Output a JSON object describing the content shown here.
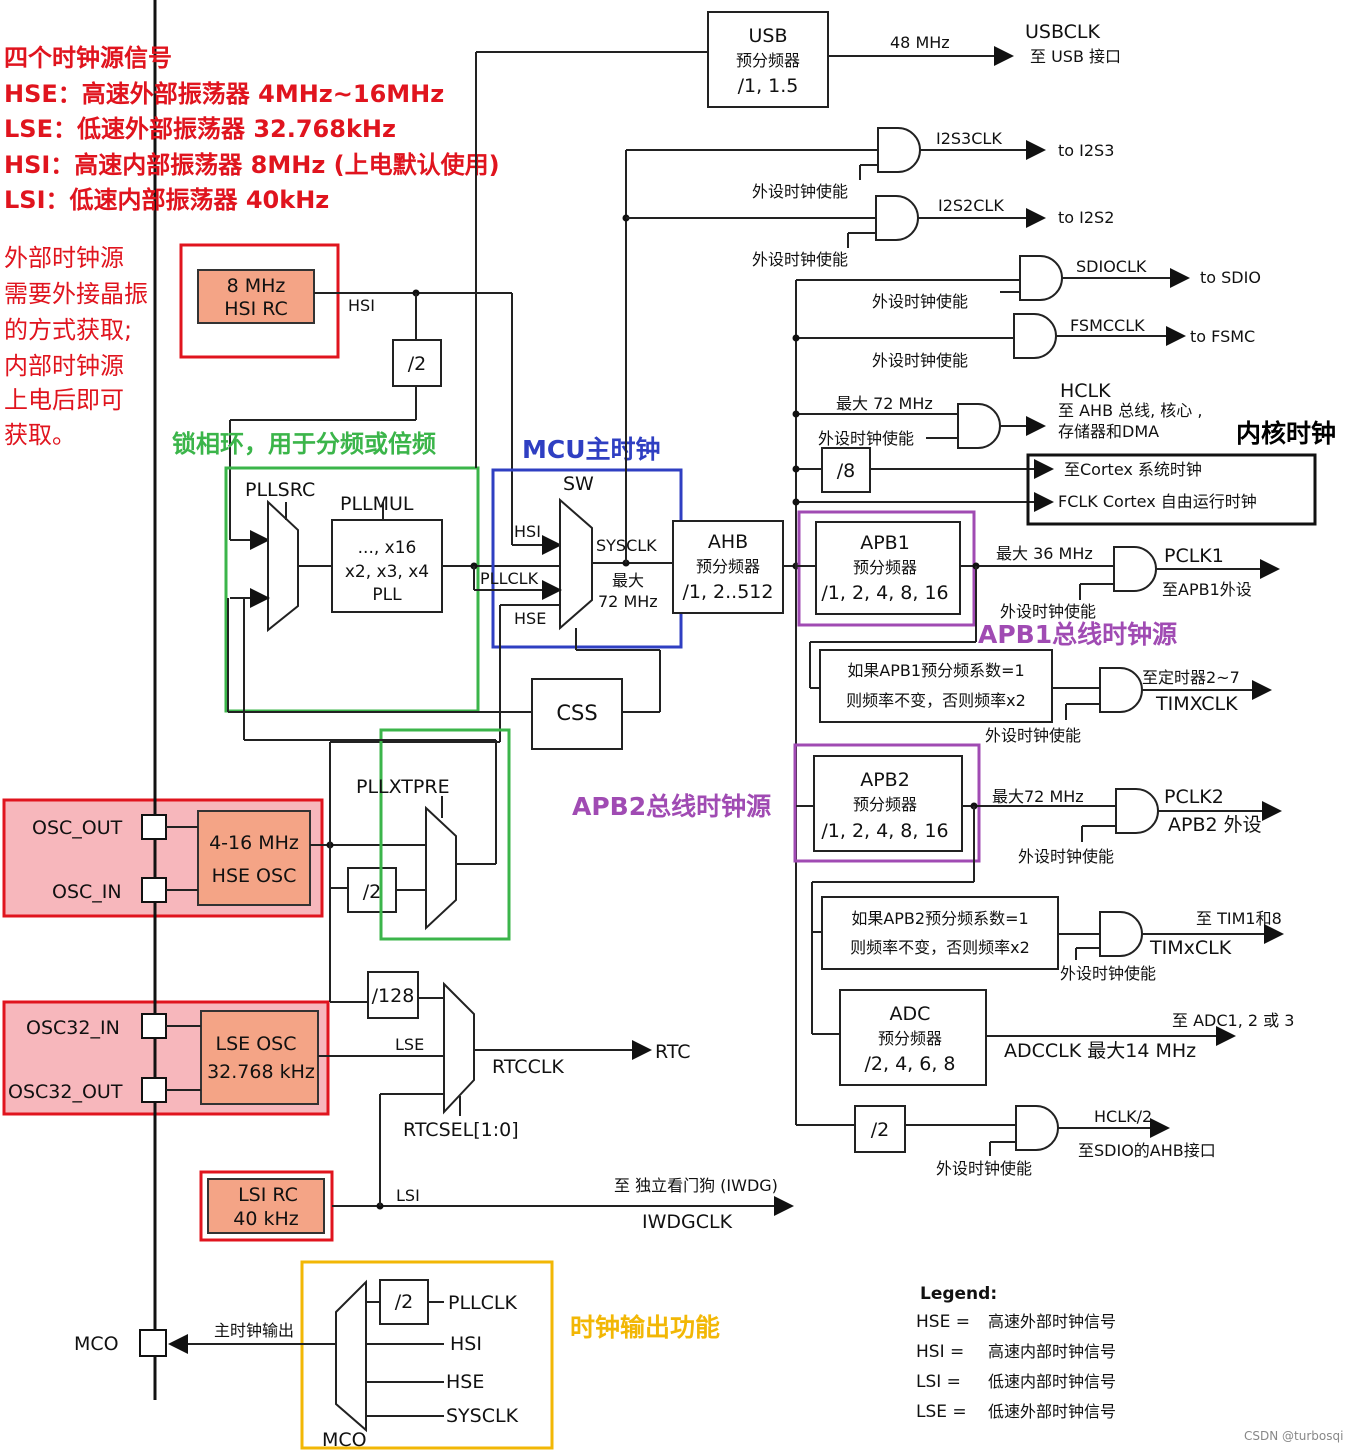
{
  "annotations": {
    "title": "四个时钟源信号",
    "hse": "HSE：高速外部振荡器 4MHz~16MHz",
    "lse": "LSE：低速外部振荡器 32.768kHz",
    "hsi": "HSI：高速内部振荡器 8MHz (上电默认使用)",
    "lsi": "LSI：低速内部振荡器 40kHz",
    "note": [
      "外部时钟源",
      "需要外接晶振",
      "的方式获取;",
      "内部时钟源",
      "上电后即可",
      "获取。"
    ],
    "pll": "锁相环，用于分频或倍频",
    "mcu": "MCU主时钟",
    "core": "内核时钟",
    "apb1": "APB1总线时钟源",
    "apb2": "APB2总线时钟源",
    "mco": "时钟输出功能"
  },
  "blocks": {
    "usb": [
      "USB",
      "预分频器",
      "/1, 1.5"
    ],
    "hsi_rc": [
      "8 MHz",
      "HSI RC"
    ],
    "div2": "/2",
    "pll": [
      "..., x16",
      "x2, x3, x4",
      "PLL"
    ],
    "ahb": [
      "AHB",
      "预分频器",
      "/1, 2..512"
    ],
    "apb1": [
      "APB1",
      "预分频器",
      "/1, 2, 4, 8, 16"
    ],
    "apb2": [
      "APB2",
      "预分频器",
      "/1, 2, 4, 8, 16"
    ],
    "css": "CSS",
    "hse_osc": [
      "4-16 MHz",
      "HSE OSC"
    ],
    "lse_osc": [
      "LSE OSC",
      "32.768 kHz"
    ],
    "lsi_rc": [
      "LSI RC",
      "40 kHz"
    ],
    "div128": "/128",
    "div8": "/8",
    "tim1": [
      "如果APB1预分频系数=1",
      "则频率不变，否则频率x2"
    ],
    "tim2": [
      "如果APB2预分频系数=1",
      "则频率不变，否则频率x2"
    ],
    "adc": [
      "ADC",
      "预分频器",
      "/2, 4, 6, 8"
    ],
    "sdiodiv": "/2",
    "mcodiv": "/2"
  },
  "labels": {
    "usb_freq": "48 MHz",
    "usbclk": "USBCLK",
    "usb_to": "至 USB 接口",
    "i2s3clk": "I2S3CLK",
    "to_i2s3": "to I2S3",
    "i2s2clk": "I2S2CLK",
    "to_i2s2": "to I2S2",
    "sdioclk": "SDIOCLK",
    "to_sdio": "to SDIO",
    "fsmcclk": "FSMCCLK",
    "to_fsmc": "to FSMC",
    "enable": "外设时钟使能",
    "max72": "最大 72 MHz",
    "hclk": "HCLK",
    "hclk_to1": "至 AHB 总线, 核心 ,",
    "hclk_to2": "存储器和DMA",
    "cortex_sys": "至Cortex 系统时钟",
    "fclk": "FCLK Cortex 自由运行时钟",
    "hsi": "HSI",
    "pllsrc": "PLLSRC",
    "pllmul": "PLLMUL",
    "sw": "SW",
    "sw_hsi": "HSI",
    "sw_pllclk": "PLLCLK",
    "sw_hse": "HSE",
    "sysclk": "SYSCLK",
    "sys_max1": "最大",
    "sys_max2": "72 MHz",
    "max36": "最大 36 MHz",
    "pclk1": "PCLK1",
    "pclk1_to": "至APB1外设",
    "tim27_to": "至定时器2~7",
    "timxclk": "TIMXCLK",
    "pllxtpre": "PLLXTPRE",
    "max72b": "最大72 MHz",
    "pclk2": "PCLK2",
    "pclk2_to": "APB2 外设",
    "osc_out": "OSC_OUT",
    "osc_in": "OSC_IN",
    "hse_div": "/2",
    "tim18_to": "至 TIM1和8",
    "timxclk2": "TIMxCLK",
    "adc_to": "至 ADC1, 2 或 3",
    "adcclk": "ADCCLK 最大14 MHz",
    "osc32_in": "OSC32_IN",
    "osc32_out": "OSC32_OUT",
    "lse": "LSE",
    "rtcclk": "RTCCLK",
    "rtc": "RTC",
    "rtcsel": "RTCSEL[1:0]",
    "hclk2": "HCLK/2",
    "hclk2_to": "至SDIO的AHB接口",
    "lsi": "LSI",
    "iwdg_to": "至 独立看门狗 (IWDG)",
    "iwdgclk": "IWDGCLK",
    "mco": "MCO",
    "mco_out": "主时钟输出",
    "mco_pllclk": "PLLCLK",
    "mco_hsi": "HSI",
    "mco_hse": "HSE",
    "mco_sysclk": "SYSCLK",
    "mco_mux": "MCO"
  },
  "legend": {
    "title": "Legend:",
    "rows": [
      {
        "key": "HSE =",
        "val": "高速外部时钟信号"
      },
      {
        "key": "HSI  =",
        "val": "高速内部时钟信号"
      },
      {
        "key": "LSI  =",
        "val": "低速内部时钟信号"
      },
      {
        "key": "LSE =",
        "val": "低速外部时钟信号"
      }
    ]
  },
  "watermark": "CSDN @turbosqi",
  "colors": {
    "red": "#e0141e",
    "green": "#3bb54a",
    "blue": "#2f3fc2",
    "purple": "#a04bb3",
    "yellow": "#f2b705",
    "osc_fill": "#f4a486",
    "pink_fill": "#f7b7bc"
  }
}
